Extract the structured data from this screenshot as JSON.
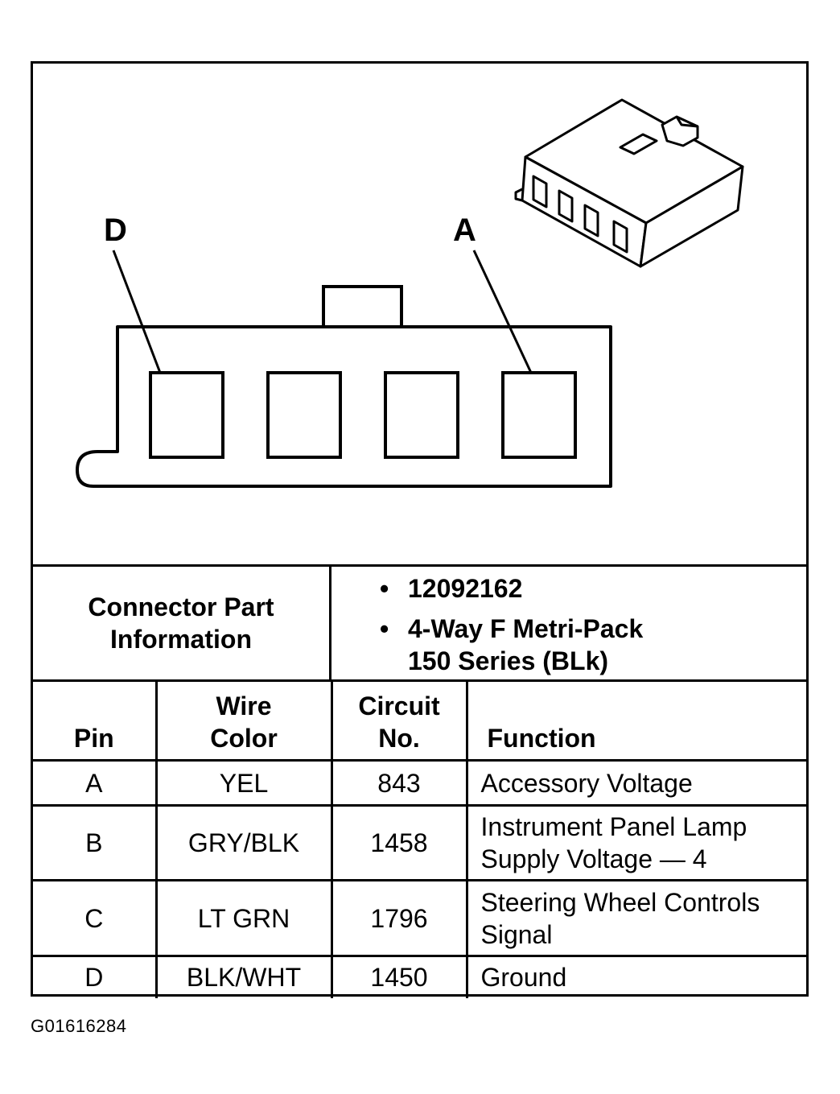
{
  "diagram": {
    "pin_label_left": "D",
    "pin_label_right": "A"
  },
  "connector_info": {
    "label": "Connector Part Information",
    "items": [
      "12092162",
      "4-Way F Metri-Pack",
      "150 Series (BLk)"
    ]
  },
  "table": {
    "headers": {
      "pin": "Pin",
      "wire_color_1": "Wire",
      "wire_color_2": "Color",
      "circuit_1": "Circuit",
      "circuit_2": "No.",
      "function": "Function"
    },
    "rows": [
      {
        "pin": "A",
        "color": "YEL",
        "circuit": "843",
        "function_1": "Accessory Voltage",
        "function_2": ""
      },
      {
        "pin": "B",
        "color": "GRY/BLK",
        "circuit": "1458",
        "function_1": "Instrument Panel Lamp",
        "function_2": "Supply Voltage — 4"
      },
      {
        "pin": "C",
        "color": "LT GRN",
        "circuit": "1796",
        "function_1": "Steering Wheel Controls",
        "function_2": "Signal"
      },
      {
        "pin": "D",
        "color": "BLK/WHT",
        "circuit": "1450",
        "function_1": "Ground",
        "function_2": ""
      }
    ]
  },
  "figure_id": "G01616284"
}
